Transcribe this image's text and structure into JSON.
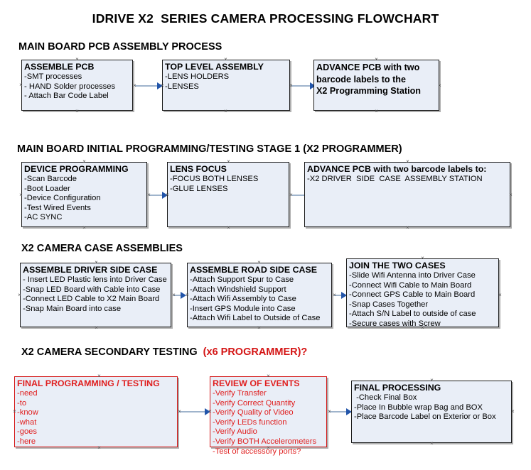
{
  "document": {
    "title": "IDRIVE X2  SERIES CAMERA PROCESSING FLOWCHART"
  },
  "colors": {
    "box_fill": "#e9eef7",
    "box_border": "#1a1a1a",
    "red_accent": "#d41414",
    "connector": "#9fb4cc",
    "arrow_head": "#2255aa"
  },
  "sections": [
    {
      "heading": "MAIN BOARD PCB ASSEMBLY PROCESS",
      "heading_accent": "",
      "boxes": [
        {
          "title": "ASSEMBLE PCB",
          "lines": [
            "-SMT processes",
            "- HAND Solder processes",
            "- Attach Bar Code Label"
          ]
        },
        {
          "title": "TOP LEVEL ASSEMBLY",
          "lines": [
            "-LENS HOLDERS",
            "-LENSES"
          ]
        },
        {
          "title": "ADVANCE PCB with two\nbarcode labels to the\n X2 Programming Station",
          "lines": []
        }
      ]
    },
    {
      "heading": "MAIN BOARD INITIAL PROGRAMMING/TESTING STAGE 1 (X2 PROGRAMMER)",
      "heading_accent": "",
      "boxes": [
        {
          "title": "DEVICE PROGRAMMING",
          "lines": [
            "-Scan Barcode",
            "-Boot Loader",
            "-Device Configuration",
            "-Test Wired Events",
            "-AC SYNC"
          ]
        },
        {
          "title": "LENS FOCUS",
          "lines": [
            "-FOCUS BOTH LENSES",
            "-GLUE LENSES"
          ]
        },
        {
          "title": "ADVANCE PCB with two barcode labels to:",
          "lines": [
            "-X2 DRIVER  SIDE  CASE  ASSEMBLY STATION"
          ]
        }
      ]
    },
    {
      "heading": "X2 CAMERA CASE ASSEMBLIES",
      "heading_accent": "",
      "boxes": [
        {
          "title": "ASSEMBLE DRIVER SIDE CASE",
          "lines": [
            "- Insert LED Plastic lens into Driver Case",
            "-Snap LED Board with Cable into Case",
            "-Connect LED Cable to X2 Main Board",
            "-Snap Main Board into case"
          ]
        },
        {
          "title": "ASSEMBLE ROAD SIDE CASE",
          "lines": [
            "-Attach Support Spur to Case",
            "-Attach Windshield Support",
            "-Attach Wifi Assembly to Case",
            "-Insert GPS Module into Case",
            "-Attach Wifi Label to Outside of Case"
          ]
        },
        {
          "title": "JOIN THE TWO CASES",
          "lines": [
            "-Slide Wifi Antenna into Driver Case",
            "-Connect Wifi Cable to Main Board",
            "-Connect GPS Cable to Main Board",
            "-Snap Cases Together",
            "-Attach S/N Label to outside of case",
            "-Secure cases with Screw"
          ]
        }
      ]
    },
    {
      "heading": "X2 CAMERA SECONDARY TESTING  ",
      "heading_accent": "(x6 PROGRAMMER)?",
      "boxes": [
        {
          "title": "FINAL PROGRAMMING / TESTING",
          "lines": [
            "-need",
            "-to",
            "-know",
            "-what",
            "-goes",
            "-here"
          ]
        },
        {
          "title": "REVIEW OF EVENTS",
          "lines": [
            "-Verify Transfer",
            "-Verify Correct Quantity",
            "-Verify Quality of Video",
            "-Verify LEDs function",
            "-Verify Audio",
            "-Verify BOTH Accelerometers",
            "-Test of accessory ports?"
          ]
        },
        {
          "title": "FINAL PROCESSING",
          "lines": [
            " -Check Final Box",
            "-Place In Bubble wrap Bag and BOX",
            "-Place Barcode Label on Exterior or Box"
          ]
        }
      ]
    }
  ]
}
